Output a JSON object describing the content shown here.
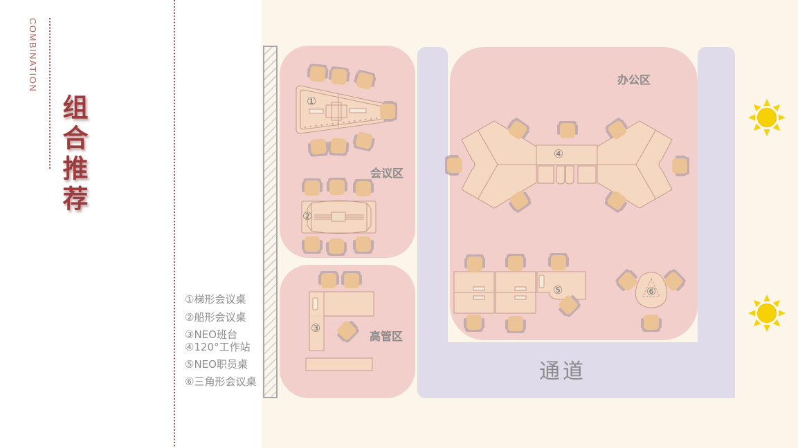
{
  "sidebar": {
    "eyebrow": "COMBINATION",
    "title": "组合推荐"
  },
  "legend": {
    "items": [
      "①梯形会议桌",
      "②船形会议桌",
      "③NEO班台",
      "④120°工作站",
      "⑤NEO职员桌",
      "⑥三角形会议桌"
    ]
  },
  "plan": {
    "zone_labels": {
      "meeting": "会议区",
      "executive": "高管区",
      "office": "办公区",
      "corridor": "通道"
    },
    "markers": [
      "①",
      "②",
      "③",
      "④",
      "⑤",
      "⑥"
    ]
  },
  "colors": {
    "accent_red": "#9C3C3E",
    "zone_pink": "#F2CFCA",
    "corridor_lavender": "#E0DBEB",
    "desk_tan": "#F5D9BF",
    "chair_seat": "#ECC394",
    "chair_back": "#C3ACB0",
    "sun_yellow": "#F6D204",
    "background_cream": "#FBF5EA"
  }
}
